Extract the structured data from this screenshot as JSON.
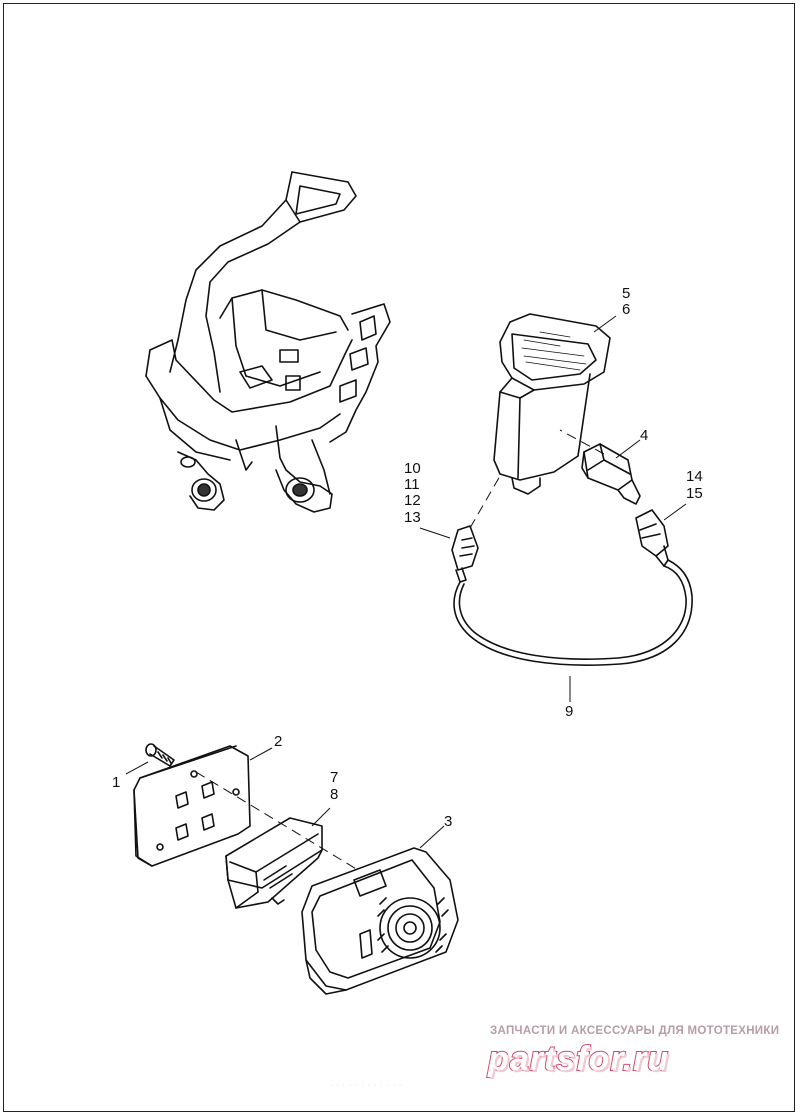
{
  "diagram": {
    "callouts": {
      "n1": "1",
      "n2": "2",
      "n3": "3",
      "n4": "4",
      "n5": "5",
      "n6": "6",
      "n7": "7",
      "n8": "8",
      "n9": "9",
      "n10": "10",
      "n11": "11",
      "n12": "12",
      "n13": "13",
      "n14": "14",
      "n15": "15"
    }
  },
  "watermark": {
    "tagline": "ЗАПЧАСТИ И АКСЕССУАРЫ ДЛЯ МОТОТЕХНИКИ",
    "logo": "partsfor.ru"
  }
}
